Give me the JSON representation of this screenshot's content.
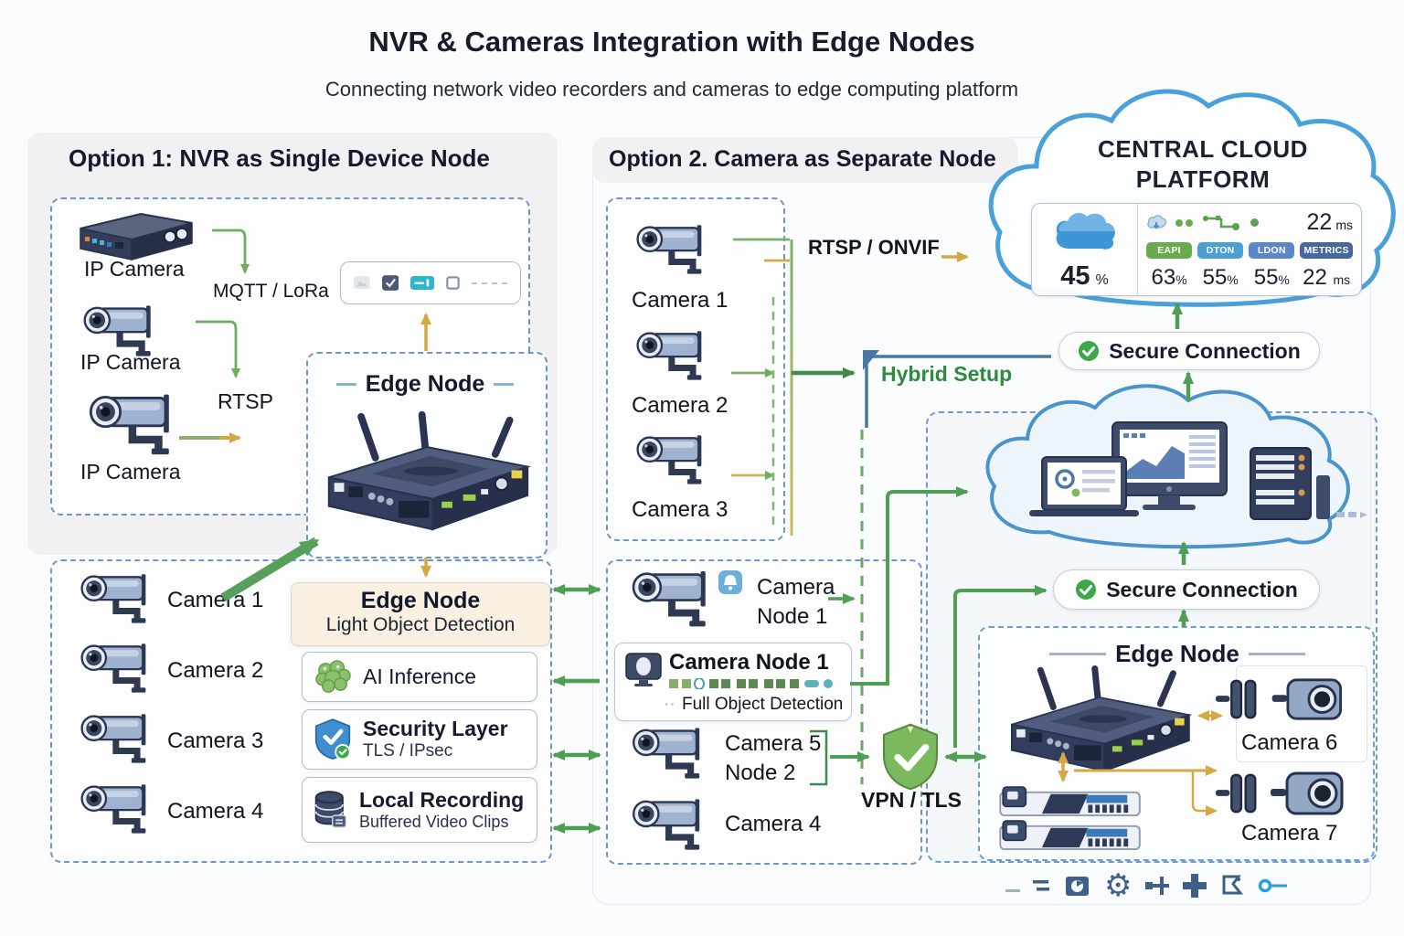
{
  "title": "NVR & Cameras Integration with Edge Nodes",
  "subtitle": "Connecting network video recorders and cameras to edge computing platform",
  "colors": {
    "accent_green": "#4e9e53",
    "accent_gold": "#d4a843",
    "dashed_blue": "#6d96c8",
    "device_navy": "#34405e",
    "cloud_blue": "#4aa0d8"
  },
  "option1": {
    "title": "Option 1: NVR as Single Device Node",
    "ip_camera_labels": [
      "IP Camera",
      "IP Camera",
      "IP Camera"
    ],
    "protocol_mqtt": "MQTT / LoRa",
    "protocol_rtsp": "RTSP",
    "edge_node_box_title": "Edge Node",
    "camera_labels": [
      "Camera 1",
      "Camera 2",
      "Camera 3",
      "Camera 4"
    ],
    "edge_card": {
      "title": "Edge Node",
      "subtitle": "Light Object Detection",
      "features": [
        {
          "icon": "brain-icon",
          "label": "AI Inference"
        },
        {
          "icon": "shield-icon",
          "label": "Security Layer",
          "sub": "TLS / IPsec"
        },
        {
          "icon": "database-icon",
          "label": "Local Recording",
          "sub": "Buffered Video Clips"
        }
      ]
    }
  },
  "option2": {
    "title": "Option 2. Camera as Separate Node",
    "camera_labels": [
      "Camera 1",
      "Camera 2",
      "Camera 3"
    ],
    "protocol_rtsp_onvif": "RTSP / ONVIF",
    "hybrid_label": "Hybrid Setup",
    "camera_node1": {
      "line1": "Camera",
      "line2": "Node 1"
    },
    "node_card": {
      "title": "Camera Node 1",
      "subtitle": "Full Object Detection"
    },
    "camera5": {
      "line1": "Camera 5",
      "line2": "Node 2"
    },
    "camera4_label": "Camera 4",
    "vpn_label": "VPN / TLS"
  },
  "cloud_platform": {
    "title_line1": "CENTRAL CLOUD",
    "title_line2": "PLATFORM",
    "cpu": {
      "value": "45",
      "unit": "%"
    },
    "latency": {
      "value": "22",
      "unit": "ms"
    },
    "metrics": [
      {
        "badge": "EAPI",
        "value": "63",
        "unit": "%",
        "color": "#6aaa4e"
      },
      {
        "badge": "DTON",
        "value": "55",
        "unit": "%",
        "color": "#4aa0d4"
      },
      {
        "badge": "LDON",
        "value": "55",
        "unit": "%",
        "color": "#5b86c8"
      },
      {
        "badge": "METRICS",
        "value": "22",
        "unit": "ms",
        "color": "#47689e"
      }
    ]
  },
  "secure_connection_1": "Secure Connection",
  "secure_connection_2": "Secure Connection",
  "edge_node_2": {
    "title": "Edge Node",
    "camera6_label": "Camera 6",
    "camera7_label": "Camera 7"
  }
}
